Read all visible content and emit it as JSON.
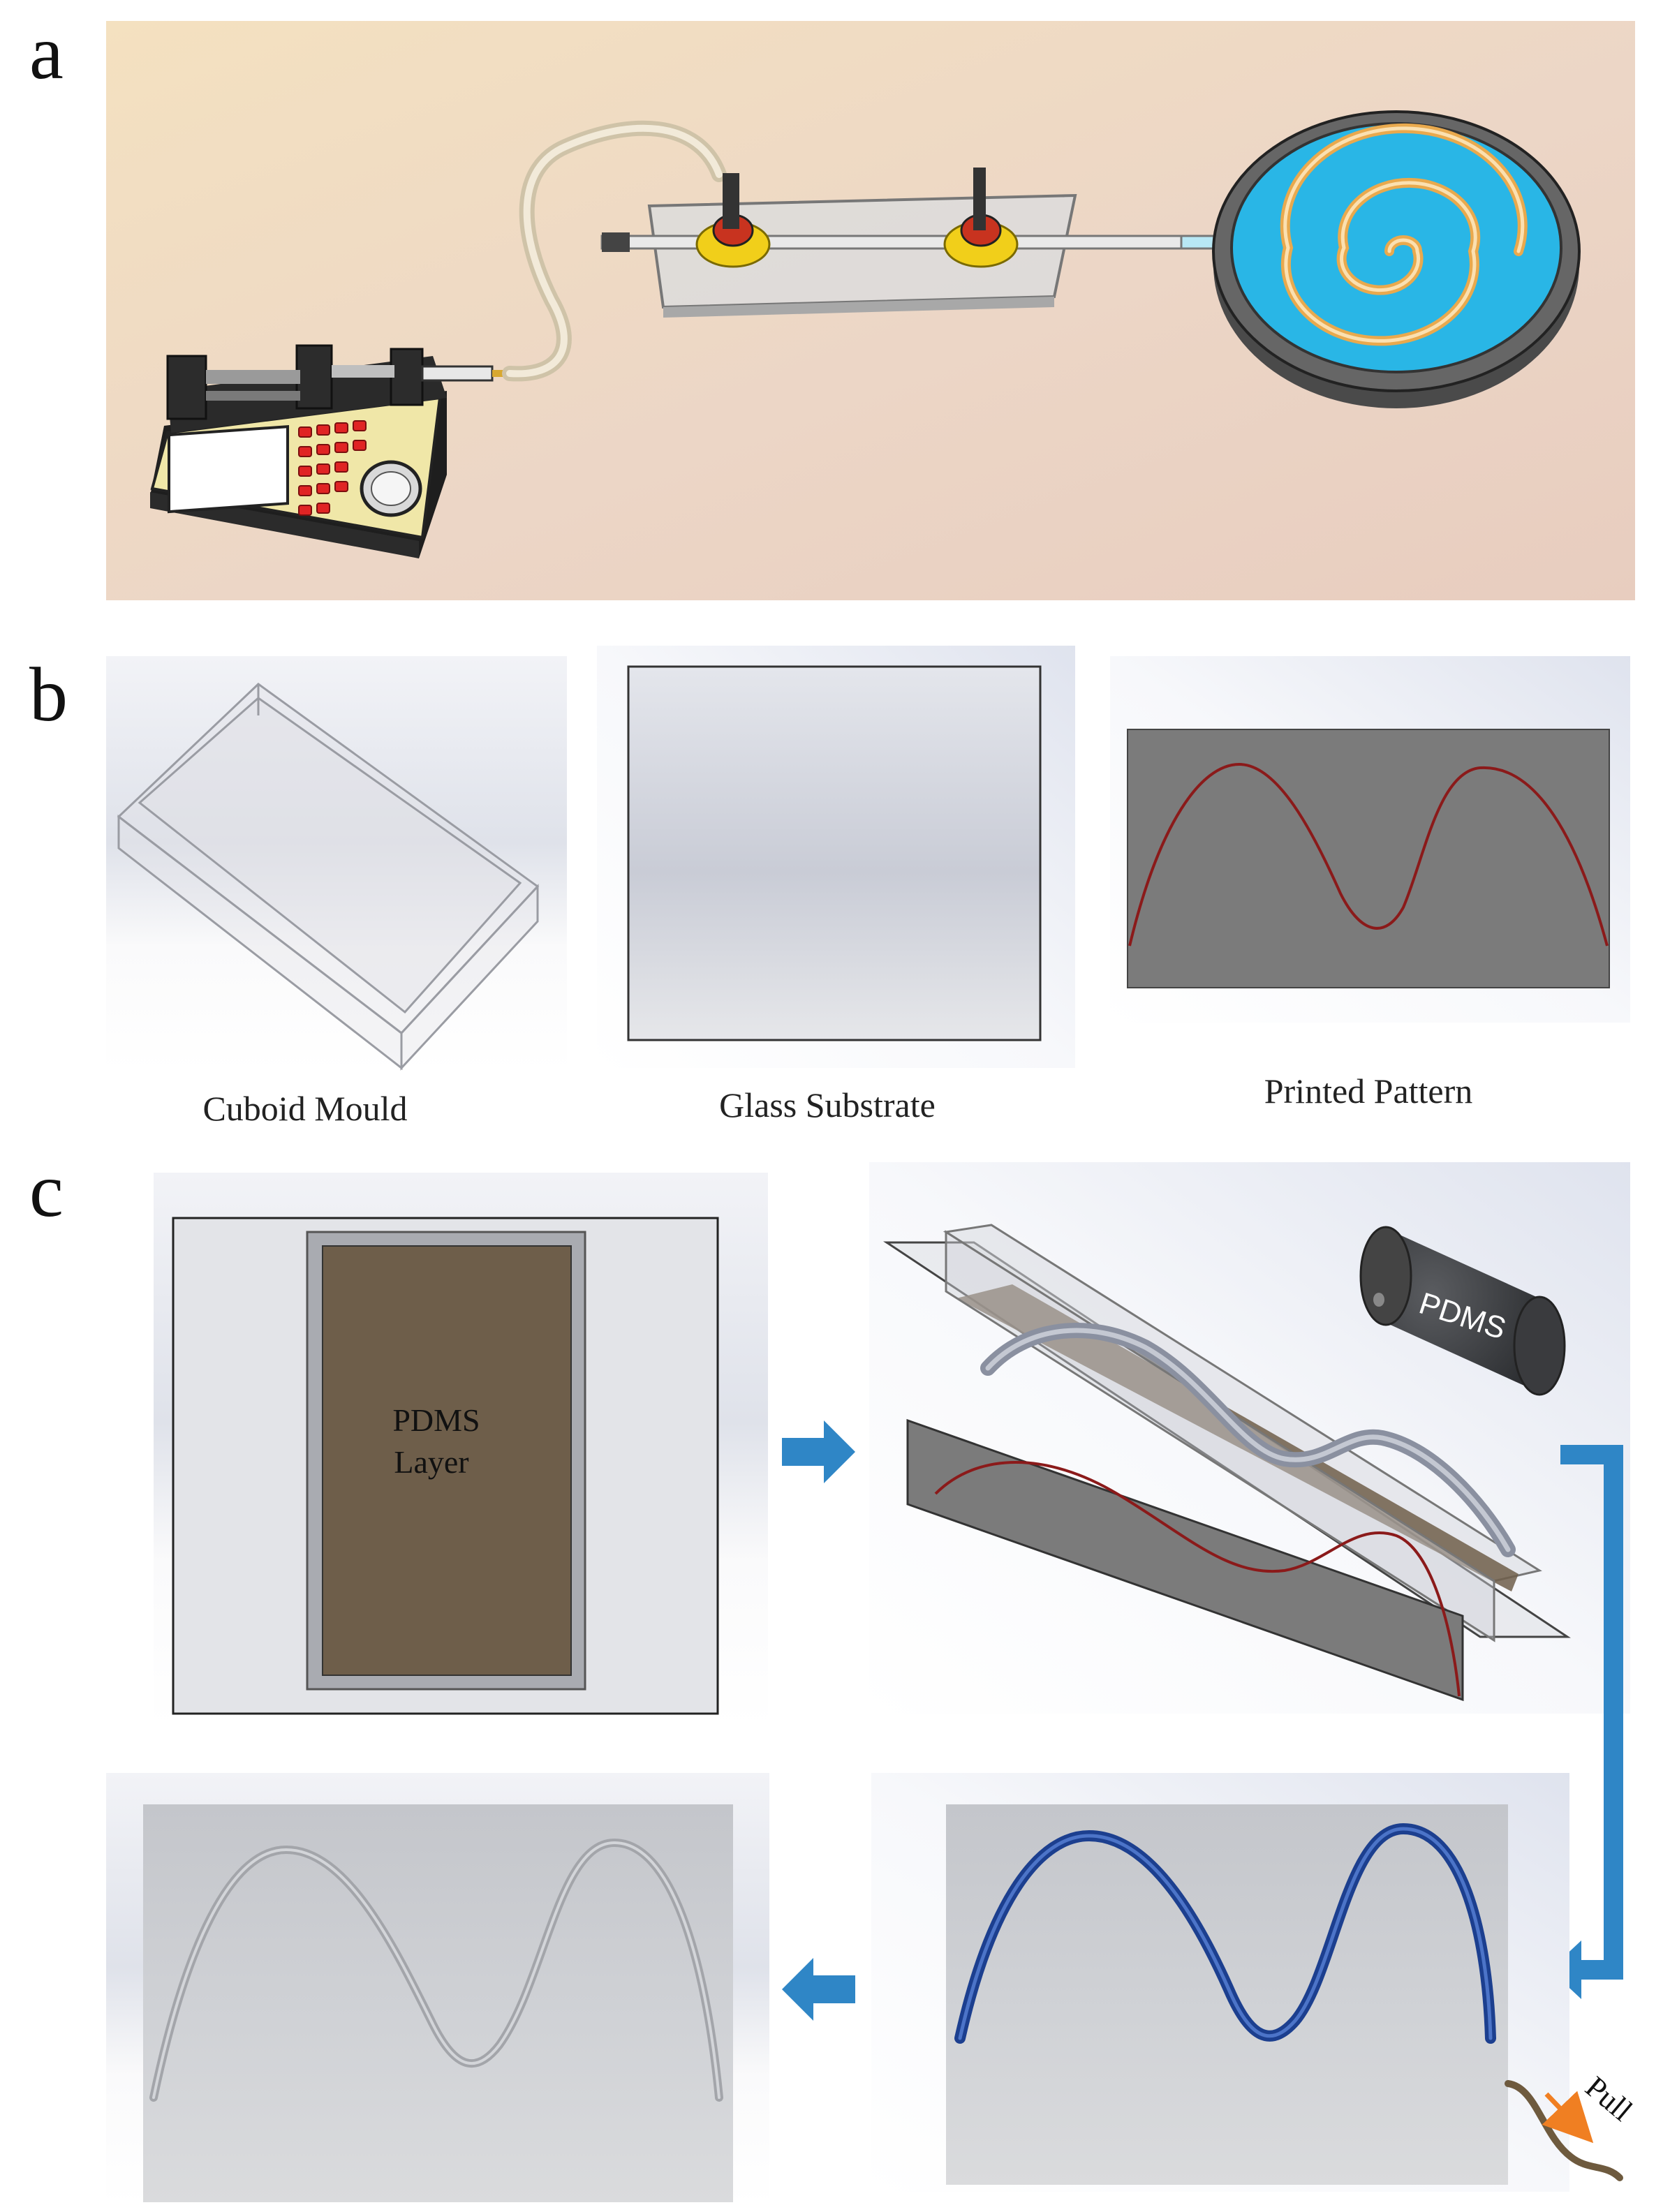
{
  "panels": {
    "a": {
      "letter": "a"
    },
    "b": {
      "letter": "b",
      "captions": {
        "mould": "Cuboid Mould",
        "glass": "Glass Substrate",
        "pattern": "Printed Pattern"
      }
    },
    "c": {
      "letter": "c",
      "pdms_layer_line1": "PDMS",
      "pdms_layer_line2": "Layer",
      "pdms_cylinder_label": "PDMS",
      "pull_label": "Pull"
    }
  },
  "colors": {
    "water": "#29b6e6",
    "coil": "#e9a94d",
    "pattern_curve": "#8b1a1a",
    "tube_blue": "#1c3f8f",
    "arrow_blue": "#2f86c6",
    "pdms_brown": "#6e5e4a",
    "pull_arrow": "#f07f22",
    "pump_key": "#e02424"
  }
}
